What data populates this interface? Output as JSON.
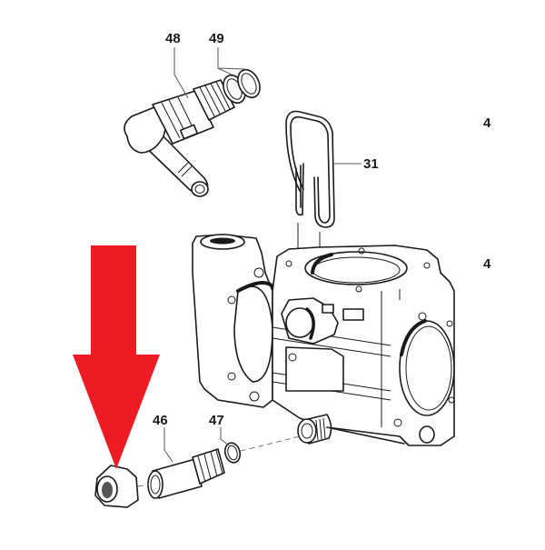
{
  "diagram": {
    "type": "exploded-parts-diagram",
    "subject": "throttle body assembly",
    "background": "#ffffff",
    "line_color": "#1a1a1a",
    "highlight": {
      "shape": "arrow-down",
      "color": "#ED1C24",
      "points_to_part": "nut (unlabeled, bottom-left)"
    },
    "callouts": [
      {
        "id": "48",
        "label": "48",
        "part": "elbow hose connector"
      },
      {
        "id": "49",
        "label": "49",
        "part": "o-rings (pair)"
      },
      {
        "id": "31",
        "label": "31",
        "part": "wire retaining clip"
      },
      {
        "id": "46",
        "label": "46",
        "part": "threaded pipe nipple"
      },
      {
        "id": "47",
        "label": "47",
        "part": "o-ring"
      },
      {
        "id": "4a",
        "label": "4",
        "part": "clipped label (right edge, upper)"
      },
      {
        "id": "4b",
        "label": "4",
        "part": "clipped label (right edge, lower)"
      }
    ]
  }
}
